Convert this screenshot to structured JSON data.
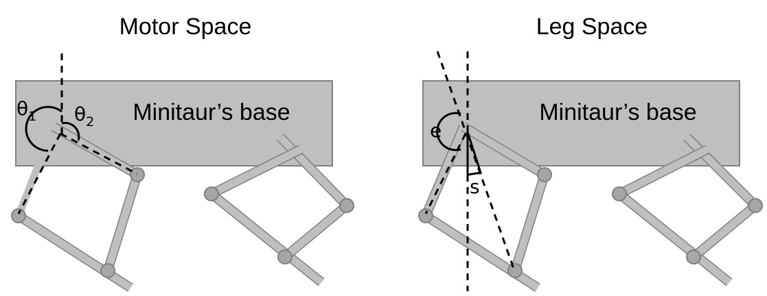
{
  "panels": {
    "motor": {
      "title": "Motor Space",
      "base_label": "Minitaur’s base",
      "theta1": "θ",
      "theta1_sub": "1",
      "theta2": "θ",
      "theta2_sub": "2"
    },
    "leg": {
      "title": "Leg Space",
      "base_label": "Minitaur’s base",
      "e_label": "e",
      "s_label": "s"
    }
  },
  "colors": {
    "base_fill": "#bfbfbf",
    "base_stroke": "#808080",
    "link_fill": "#bfbfbf",
    "joint_fill": "#a6a6a6"
  }
}
